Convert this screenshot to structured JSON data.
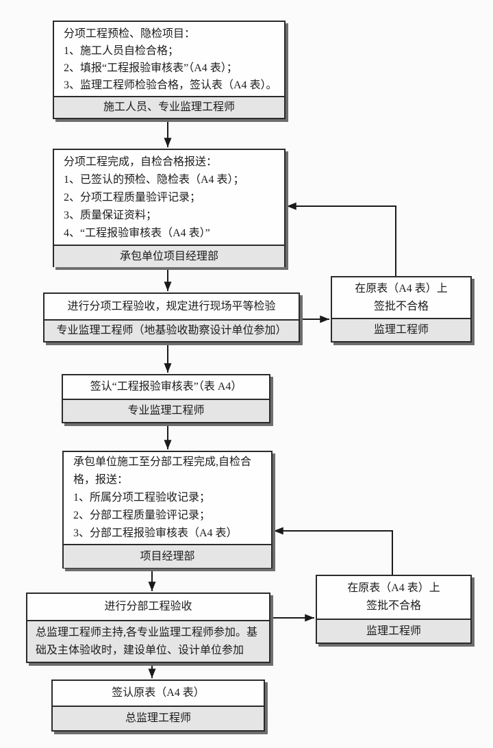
{
  "colors": {
    "page_background": "#fbfbfb",
    "box_body": "#fefefe",
    "box_footer": "#e5e5e5",
    "box_border": "#2a2a2a",
    "box_shadow": "#6e6e6e",
    "arrow": "#1a1a1a",
    "text": "#1b1b1b"
  },
  "flow": {
    "boxes": [
      {
        "name": "preinspection-items",
        "body": "分项工程预检、隐检项目：\n1、施工人员自检合格；\n2、填报“工程报验审核表”（A4 表）；\n3、监理工程师检验合格，签认表（A4 表）。",
        "footer": "施工人员、专业监理工程师"
      },
      {
        "name": "subitem-completion-report",
        "body": "分项工程完成，自检合格报送：\n1、已签认的预检、隐检表（A4 表）；\n2、分项工程质量验评记录；\n3、质量保证资料；\n4、“工程报验审核表（A4 表）”",
        "footer": "承包单位项目经理部"
      },
      {
        "name": "subitem-acceptance",
        "body": "进行分项工程验收，规定进行现场平等检验",
        "footer": "专业监理工程师（地基验收勘察设计单位参加）"
      },
      {
        "name": "reject-sign-subitem",
        "body": "在原表（A4 表）上\n签批不合格",
        "footer": "监理工程师"
      },
      {
        "name": "sign-review-form",
        "body": "签认“工程报验审核表”（表 A4）",
        "footer": "专业监理工程师"
      },
      {
        "name": "division-completion-report",
        "body": "承包单位施工至分部工程完成,自检合格，报送：\n1、所属分项工程验收记录；\n2、分部工程质量验评记录；\n3、分部工程报验审核表（A4 表）",
        "footer": "项目经理部"
      },
      {
        "name": "division-acceptance",
        "body": "进行分部工程验收",
        "footer": "总监理工程师主持,各专业监理工程师参加。基础及主体验收时，建设单位、设计单位参加"
      },
      {
        "name": "reject-sign-division",
        "body": "在原表（A4 表）上\n签批不合格",
        "footer": "监理工程师"
      },
      {
        "name": "sign-original-form",
        "body": "签认原表（A4 表）",
        "footer": "总监理工程师"
      }
    ]
  }
}
